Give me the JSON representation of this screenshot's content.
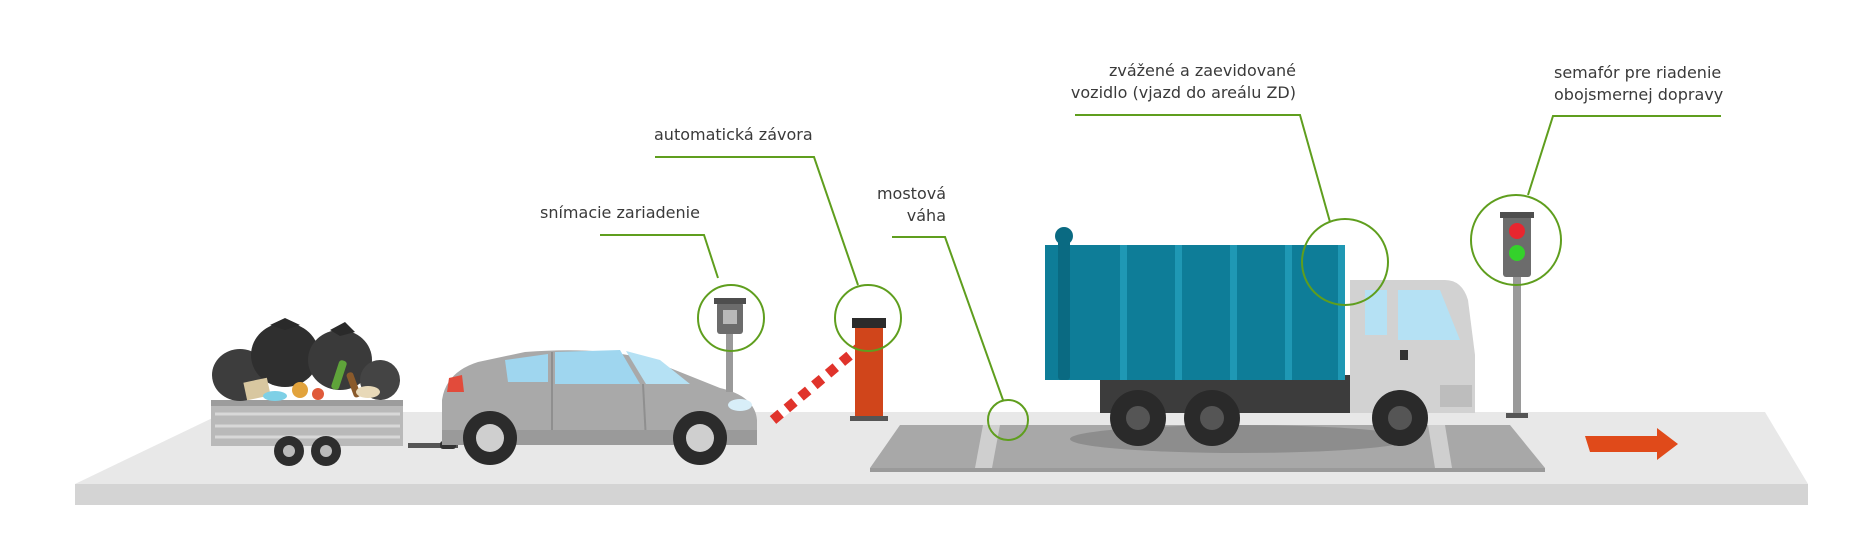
{
  "labels": {
    "scanner": "snímacie zariadenie",
    "barrier": "automatická závora",
    "scale_line1": "mostová",
    "scale_line2": "váha",
    "vehicle_line1": "zvážené a zaevidované",
    "vehicle_line2": "vozidlo (vjazd do areálu ZD)",
    "semaphore_line1": "semafór pre riadenie",
    "semaphore_line2": "obojsmernej dopravy"
  },
  "colors": {
    "callout": "#5f9e1e",
    "truck_body": "#0e7d98",
    "barrier_red": "#d0451b",
    "arrow": "#e04a1a",
    "road": "#e6e6e6"
  },
  "icons": [
    "trailer-icon",
    "garbage-bags-icon",
    "car-icon",
    "scanner-icon",
    "barrier-icon",
    "bridge-scale-icon",
    "garbage-truck-icon",
    "traffic-light-icon",
    "direction-arrow-icon"
  ]
}
